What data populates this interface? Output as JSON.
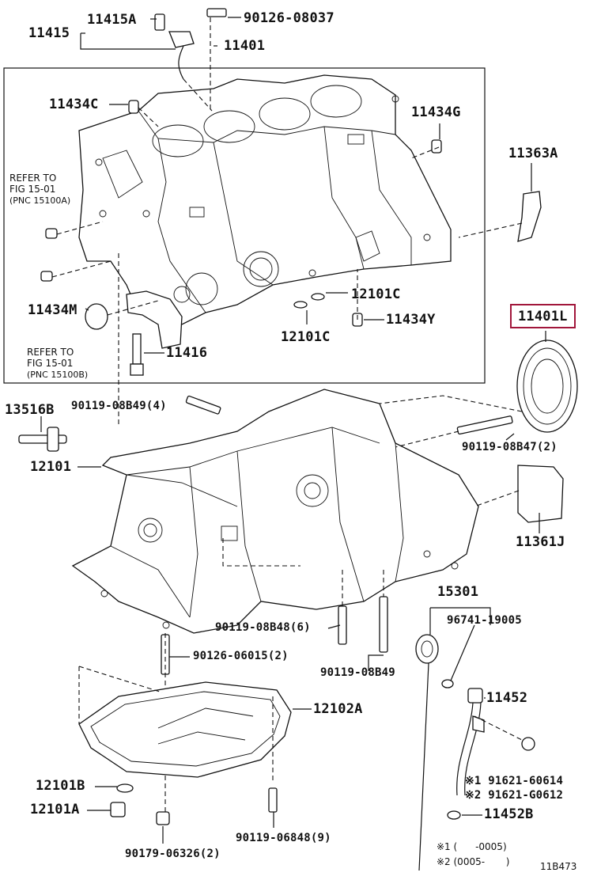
{
  "labels": {
    "p11415a": "11415A",
    "p11415": "11415",
    "p90126_08037": "90126-08037",
    "p11401": "11401",
    "p11434c": "11434C",
    "p11434g": "11434G",
    "p11363a": "11363A",
    "p11434m": "11434M",
    "p12101c_a": "12101C",
    "p12101c_b": "12101C",
    "p11434y": "11434Y",
    "p11416": "11416",
    "p11401l": "11401L",
    "p13516b": "13516B",
    "p90119_08b49_4": "90119-08B49(4)",
    "p12101": "12101",
    "p90119_08b47_2": "90119-08B47(2)",
    "p11361j": "11361J",
    "p15301": "15301",
    "p96741_19005": "96741-19005",
    "p90119_08b48_6": "90119-08B48(6)",
    "p90119_08b49": "90119-08B49",
    "p90126_06015_2": "90126-06015(2)",
    "p11452": "11452",
    "p12102a": "12102A",
    "p91621_60614": "※1 91621-60614",
    "p91621_g0612": "※2 91621-G0612",
    "p12101b": "12101B",
    "p12101a": "12101A",
    "p11452b": "11452B",
    "p90119_06848_9": "90119-06848(9)",
    "p90179_06326_2": "90179-06326(2)"
  },
  "notes": {
    "ref1_line1": "REFER TO",
    "ref1_line2": "FIG 15-01",
    "ref1_pnc": "(PNC 15100A)",
    "ref2_line1": "REFER TO",
    "ref2_line2": "FIG 15-01",
    "ref2_pnc": "(PNC 15100B)",
    "footnote1": "※1 (      -0005)",
    "footnote2": "※2 (0005-       )",
    "figure_code": "11B473"
  },
  "colors": {
    "highlight": "#a1163b",
    "ink": "#111111"
  }
}
